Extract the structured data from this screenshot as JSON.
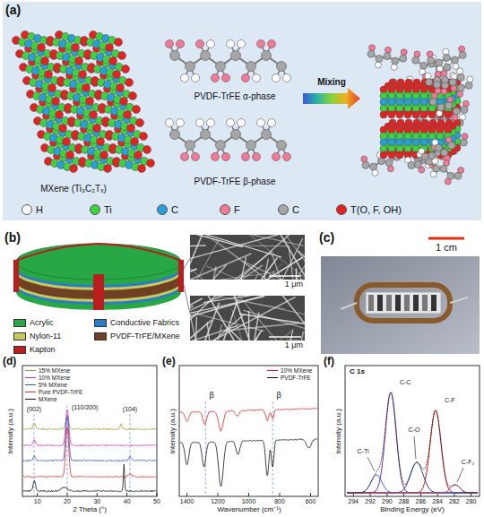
{
  "diagram": {
    "labels": [
      "(a)",
      "MXene (Ti₃C₂Tₓ)",
      "PVDF-TrFE α-phase",
      "PVDF-TrFE β-phase",
      "Mixing",
      "(b)",
      "1 μm",
      "1 μm",
      "(c)",
      "1 cm",
      "(d)",
      "Intensity (a.u.)",
      "2 Theta (°)",
      "10",
      "20",
      "30",
      "40",
      "50",
      "(002)",
      "(110/200)",
      "(104)",
      "(e)",
      "Intensity (a.u.)",
      "Wavenumber (cm⁻¹)",
      "1400",
      "1200",
      "1000",
      "800",
      "600",
      "β",
      "β",
      "(f)",
      "C 1s",
      "C-Ti",
      "C-C",
      "C-O",
      "C-F",
      "C-F₂",
      "Intensity (a.u.)",
      "Binding Energy (eV)",
      "294",
      "292",
      "290",
      "288",
      "286",
      "284",
      "282",
      "280"
    ],
    "legend": [
      {
        "text": "H",
        "color": "#ffffff"
      },
      {
        "text": "Ti",
        "color": "#3fd23f"
      },
      {
        "text": "C",
        "color": "#2a9fd8"
      },
      {
        "text": "F",
        "color": "#f27a96"
      },
      {
        "text": "C",
        "color": "#a6a6a6"
      },
      {
        "text": "T(O, F, OH)",
        "color": "#e52222"
      },
      {
        "text": "Acrylic",
        "color": "#27a844"
      },
      {
        "text": "Conductive Fabrics",
        "color": "#2b7cc4"
      },
      {
        "text": "Nylon-11",
        "color": "#c9c95c"
      },
      {
        "text": "PVDF-TrFE/MXene",
        "color": "#6e4024"
      },
      {
        "text": "Kapton",
        "color": "#b81e1e"
      },
      {
        "text": "15% MXene"
      },
      {
        "text": "10% MXene"
      },
      {
        "text": "5% MXene"
      },
      {
        "text": "Pure PVDF-TrFE"
      },
      {
        "text": "MXene"
      },
      {
        "text": "10% MXene"
      },
      {
        "text": "PVDF-TrFE"
      }
    ]
  }
}
